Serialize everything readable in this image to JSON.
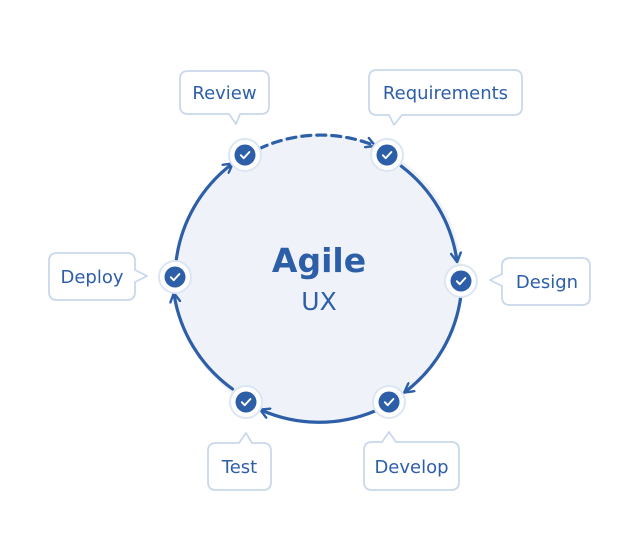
{
  "diagram": {
    "title": "Agile",
    "subtitle": "UX",
    "stages": [
      {
        "label": "Review"
      },
      {
        "label": "Requirements"
      },
      {
        "label": "Design"
      },
      {
        "label": "Develop"
      },
      {
        "label": "Test"
      },
      {
        "label": "Deploy"
      }
    ],
    "icon": "check-circle-icon",
    "colors": {
      "primary": "#2d5ea8",
      "circle_fill": "#eff3f9",
      "callout_border": "#c9d8ec",
      "node_ring": "#dce6f3"
    }
  }
}
